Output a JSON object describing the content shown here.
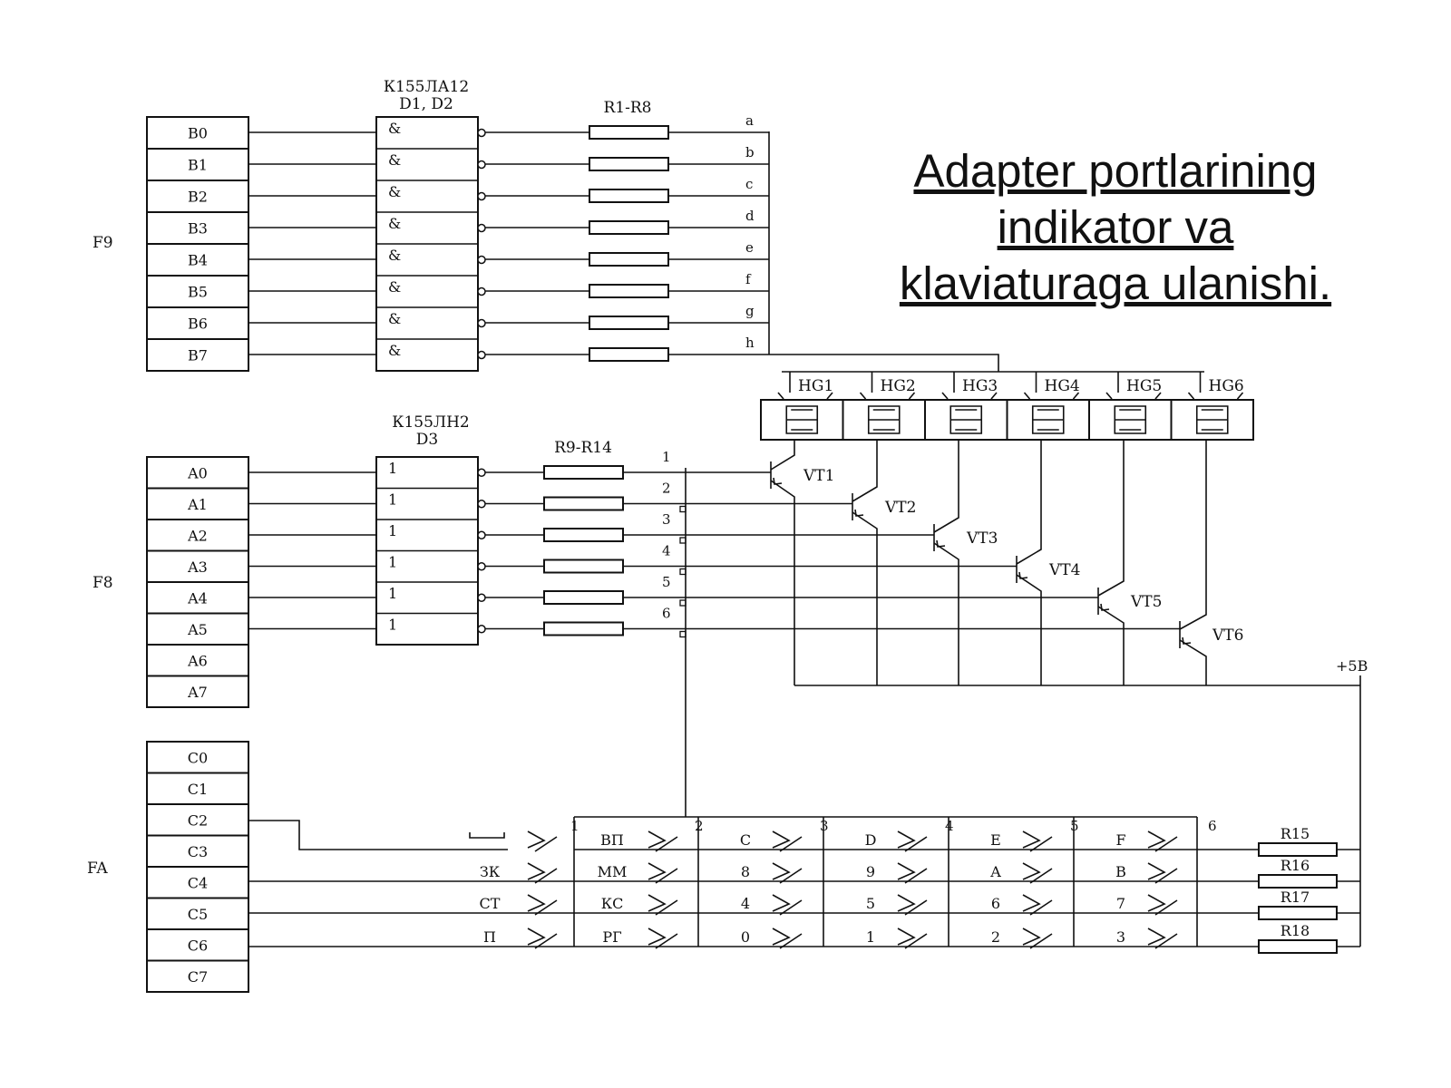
{
  "title": {
    "line1": "Adapter portlarining",
    "line2": "indikator va",
    "line3": "klaviaturaga ulanishi."
  },
  "ports": {
    "f9": {
      "label": "F9",
      "pins": [
        "B0",
        "B1",
        "B2",
        "B3",
        "B4",
        "B5",
        "B6",
        "B7"
      ]
    },
    "f8": {
      "label": "F8",
      "pins": [
        "A0",
        "A1",
        "A2",
        "A3",
        "A4",
        "A5",
        "A6",
        "A7"
      ]
    },
    "fa": {
      "label": "FA",
      "pins": [
        "C0",
        "C1",
        "C2",
        "C3",
        "C4",
        "C5",
        "C6",
        "C7"
      ]
    }
  },
  "chips": {
    "d12": {
      "part": "К155ЛА12",
      "ref": "D1, D2",
      "gate": "&"
    },
    "d3": {
      "part": "К155ЛН2",
      "ref": "D3",
      "gate": "1"
    }
  },
  "resistors": {
    "segment_bank": "R1-R8",
    "digit_bank": "R9-R14",
    "keyboard": [
      "R15",
      "R16",
      "R17",
      "R18"
    ]
  },
  "segments": [
    "a",
    "b",
    "c",
    "d",
    "e",
    "f",
    "g",
    "h"
  ],
  "digit_lines": [
    "1",
    "2",
    "3",
    "4",
    "5",
    "6"
  ],
  "indicators": [
    "HG1",
    "HG2",
    "HG3",
    "HG4",
    "HG5",
    "HG6"
  ],
  "transistors": [
    "VT1",
    "VT2",
    "VT3",
    "VT4",
    "VT5",
    "VT6"
  ],
  "supply": "+5В",
  "keyboard": {
    "column_numbers": [
      "1",
      "2",
      "3",
      "4",
      "5",
      "6"
    ],
    "left_keys": [
      "⎵",
      "ЗК",
      "СТ",
      "П"
    ],
    "rows": [
      [
        "ВП",
        "C",
        "D",
        "E",
        "F"
      ],
      [
        "ММ",
        "8",
        "9",
        "A",
        "B"
      ],
      [
        "КС",
        "4",
        "5",
        "6",
        "7"
      ],
      [
        "РГ",
        "0",
        "1",
        "2",
        "3"
      ]
    ]
  }
}
